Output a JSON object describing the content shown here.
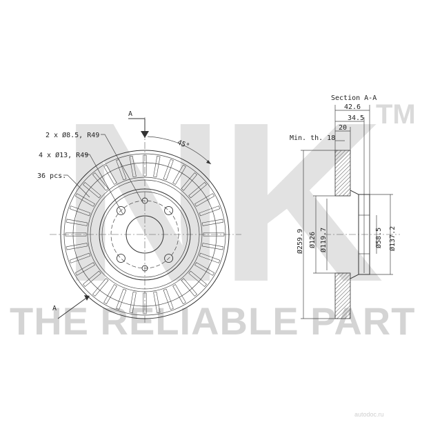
{
  "watermark": {
    "logo": "NK",
    "trademark": "TM",
    "slogan": "THE RELIABLE PART",
    "site": "autodoc.ru"
  },
  "front_view": {
    "section_marker": "A",
    "callouts": {
      "bolt_holes": "2 x Ø8.5, R49",
      "wheel_holes": "4 x Ø13, R49",
      "vanes": "36 pcs."
    },
    "angle_label": "45°"
  },
  "section_view": {
    "title": "Section A-A",
    "dimensions": {
      "total_height": "42.6",
      "hat_height": "34.5",
      "thickness": "20",
      "min_thickness": "Min. th. 18",
      "outer_diameter": "Ø259.9",
      "hat_diameter": "Ø126",
      "hat_inner_diameter": "Ø119.7",
      "center_bore": "Ø58.5",
      "hat_outer_diameter": "Ø137.2"
    }
  }
}
